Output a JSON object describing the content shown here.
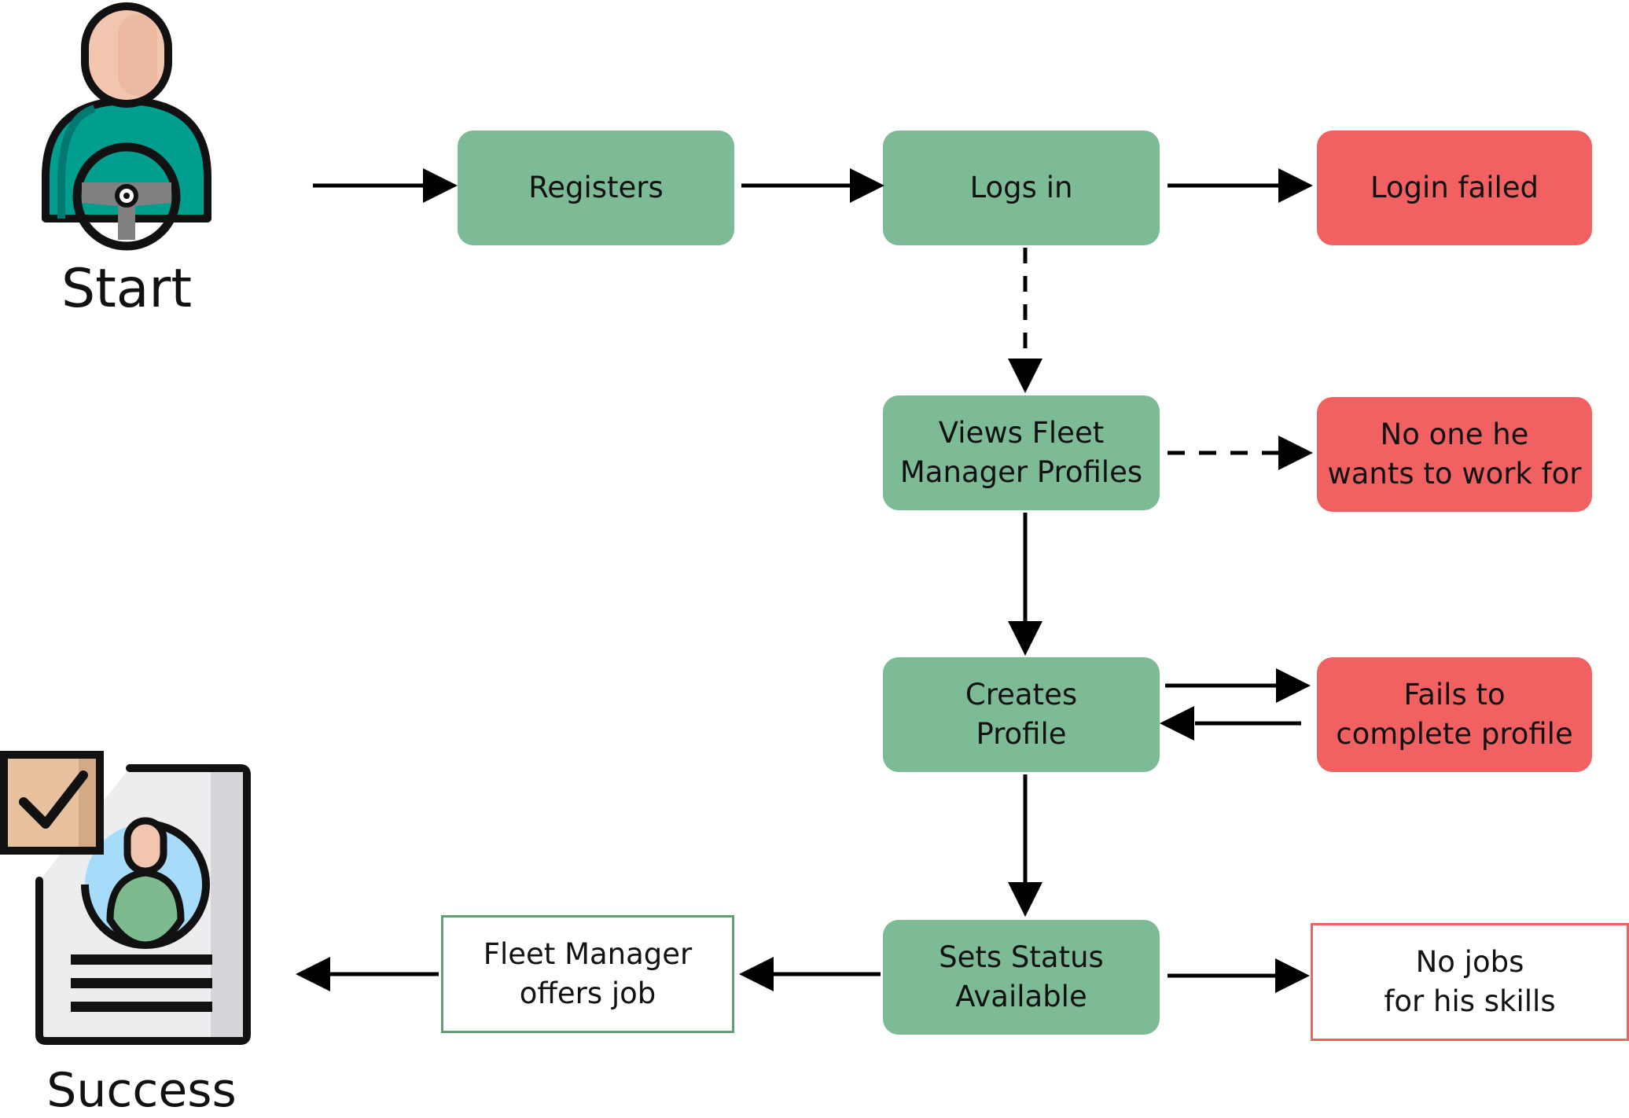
{
  "nodes": {
    "registers": "Registers",
    "logs_in": "Logs in",
    "login_failed": "Login failed",
    "views_fleet_manager_profiles": "Views Fleet\nManager Profiles",
    "no_one_he_wants": "No  one he\nwants to work for",
    "creates_profile": "Creates\nProfile",
    "fails_to_complete_profile": "Fails to\ncomplete profile",
    "sets_status_available": "Sets Status\nAvailable",
    "fleet_manager_offers_job": "Fleet Manager\noffers job",
    "no_jobs_for_his_skills": "No jobs\nfor his skills"
  },
  "labels": {
    "start": "Start",
    "success": "Success"
  },
  "icons": {
    "start": "driver-steering-wheel-icon",
    "success": "profile-document-checkmark-icon"
  },
  "colors": {
    "green": "#7dbb97",
    "red": "#f26161",
    "teal": "#009e8f",
    "skin": "#f2c5ae"
  }
}
